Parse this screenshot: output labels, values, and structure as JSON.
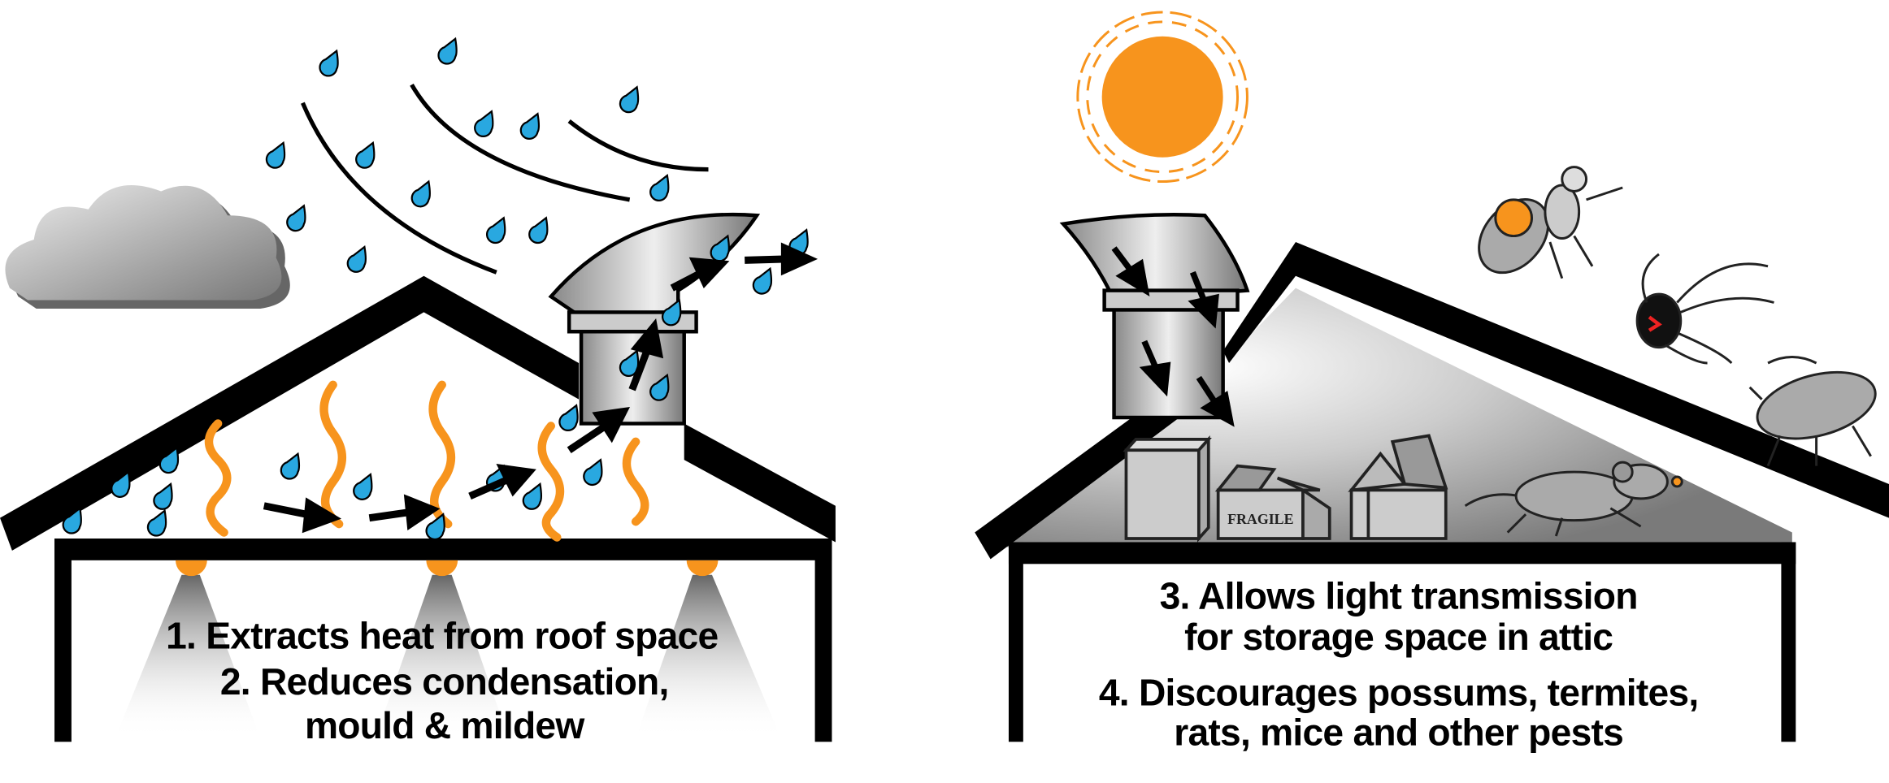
{
  "left_panel": {
    "captions": [
      "1. Extracts heat from roof space",
      "2. Reduces condensation,",
      "mould & mildew"
    ]
  },
  "right_panel": {
    "captions": [
      "3. Allows light transmission",
      "for storage space in attic",
      "4. Discourages possums, termites,",
      "rats, mice and other pests"
    ],
    "box_label": "FRAGILE"
  },
  "colors": {
    "sun": "#f7941d",
    "heat": "#f7941d",
    "water": "#29a8e0",
    "roof": "#000000",
    "attic": "#8a8a8a",
    "cloud": "#b5b5b5"
  }
}
